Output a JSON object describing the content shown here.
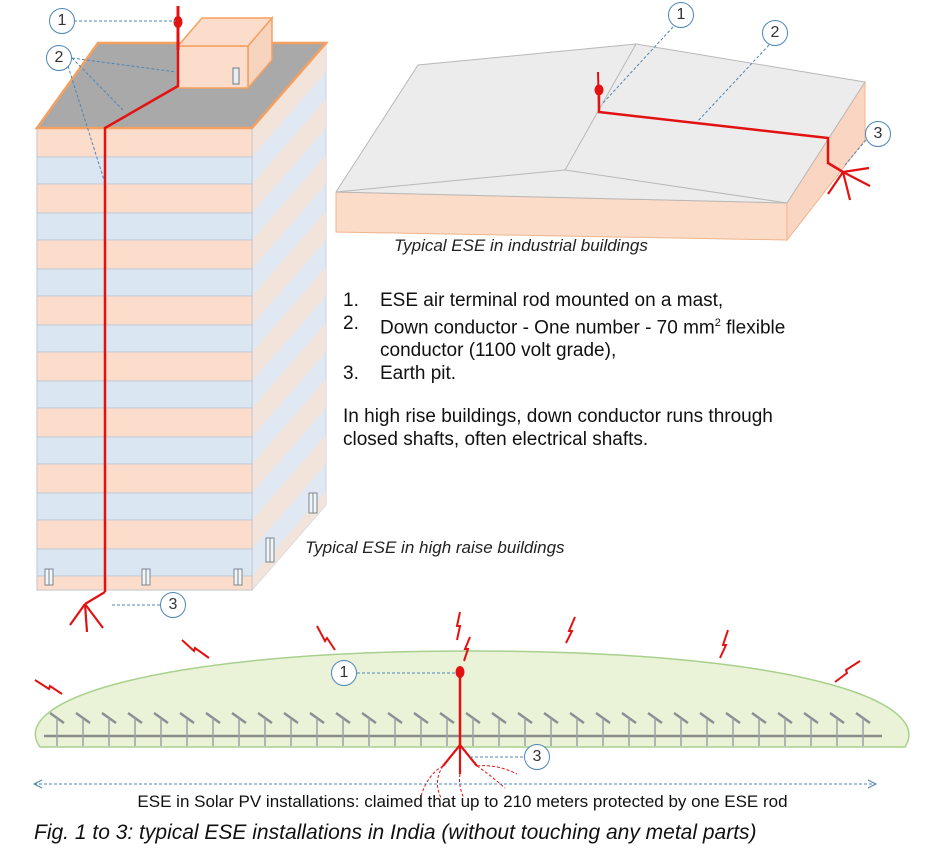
{
  "captions": {
    "industrial": "Typical ESE in industrial buildings",
    "high_rise": "Typical ESE in high raise buildings",
    "solar": "ESE in Solar PV installations: claimed that up to 210 meters protected by one ESE rod",
    "figure": "Fig. 1 to 3: typical ESE installations in India (without touching any metal parts)"
  },
  "legend": {
    "items": [
      {
        "num": "1.",
        "text": "ESE air terminal rod mounted on a mast,"
      },
      {
        "num": "2.",
        "text_before_sup": "Down conductor - One number - 70 mm",
        "sup": "2",
        "text_after_sup": " flexible",
        "text_line2": "conductor (1100 volt grade),"
      },
      {
        "num": "3.",
        "text": "Earth pit."
      }
    ],
    "note_line1": "In high rise buildings, down conductor runs through",
    "note_line2": "closed shafts, often electrical shafts."
  },
  "callouts": {
    "high_rise": [
      "1",
      "2",
      "3"
    ],
    "industrial": [
      "1",
      "2",
      "3"
    ],
    "solar": [
      "1",
      "3"
    ]
  },
  "colors": {
    "conductor": "#e31212",
    "peach": "#fcdccb",
    "blue": "#dbe6f3",
    "roof_grey": "#a9a9a9",
    "roof_edge": "#f3a060",
    "callout_line": "#4d86b8",
    "solar_dome": "#eaf3d8",
    "solar_dome_edge": "#a8d08d"
  }
}
